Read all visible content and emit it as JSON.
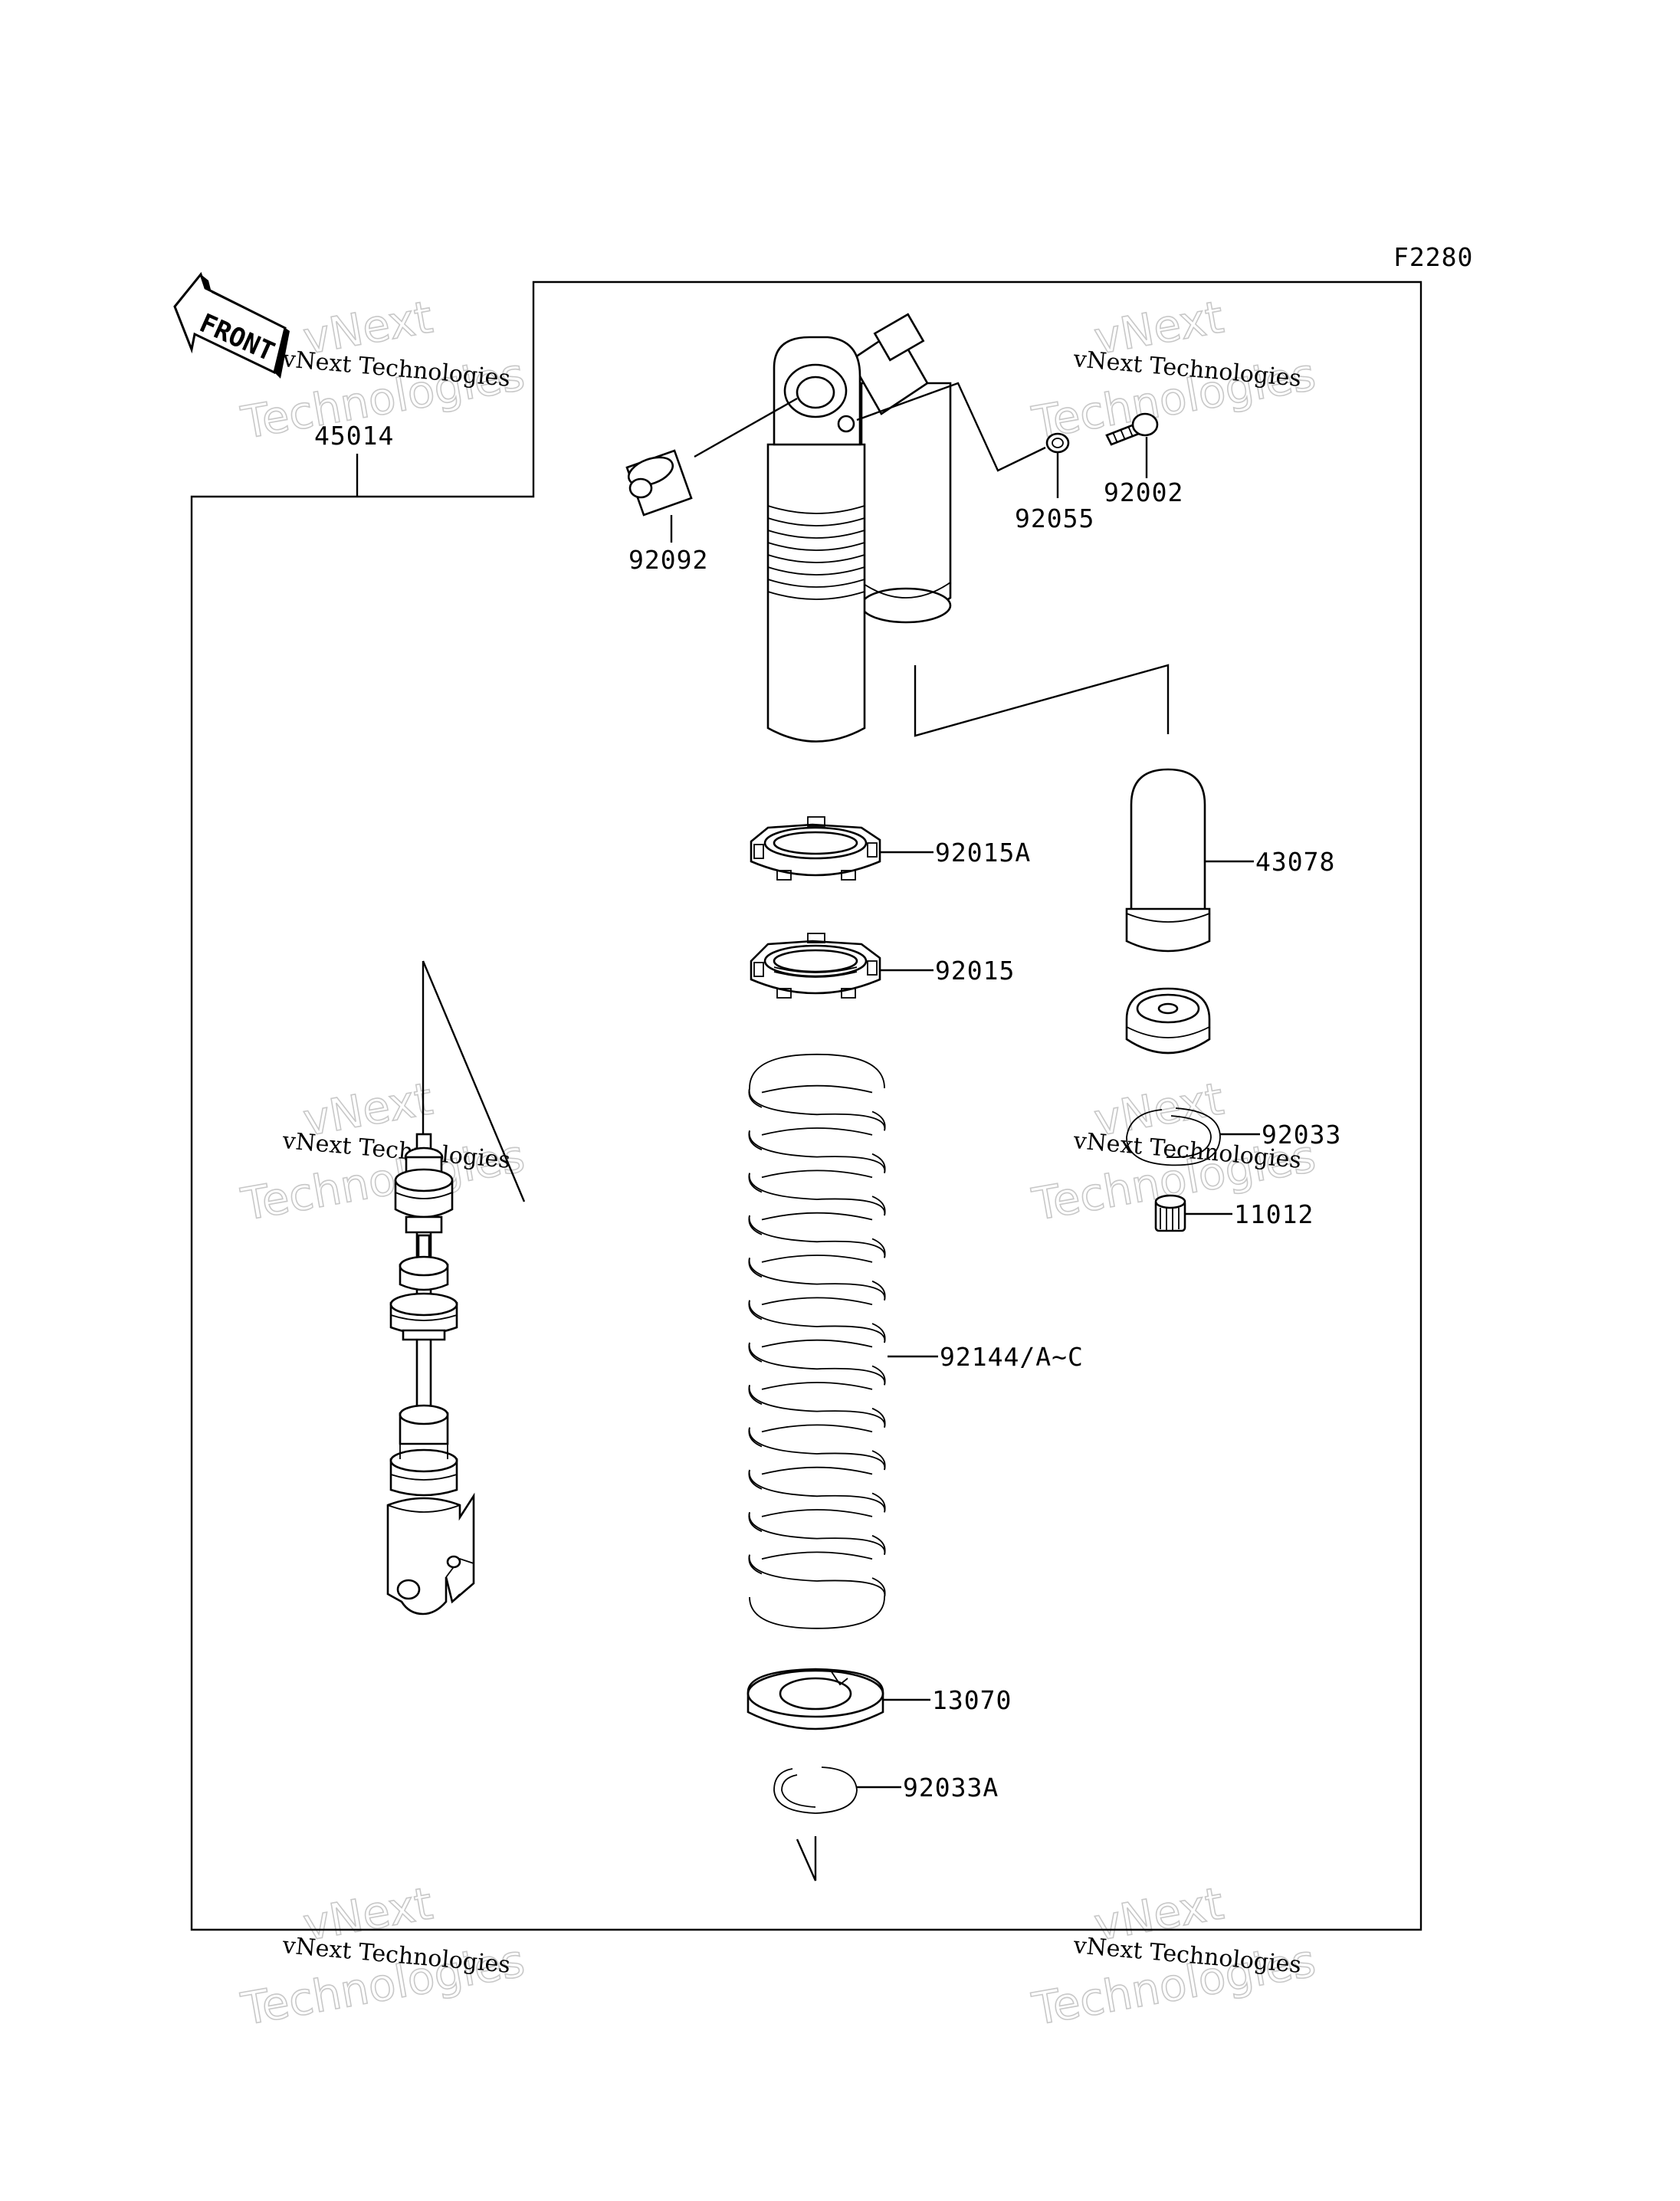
{
  "figure_code": "F2280",
  "front_arrow": {
    "text": "FRONT",
    "icon": "front-arrow-icon"
  },
  "part_labels": {
    "p45014": "45014",
    "p92092": "92092",
    "p92055": "92055",
    "p92002": "92002",
    "p92015A": "92015A",
    "p43078": "43078",
    "p92015": "92015",
    "p92033": "92033",
    "p11012": "11012",
    "p92144": "92144/A~C",
    "p13070": "13070",
    "p92033A": "92033A"
  },
  "watermark": {
    "line1": "vNext",
    "line2": "Technologies",
    "caption": "vNext Technologies"
  }
}
